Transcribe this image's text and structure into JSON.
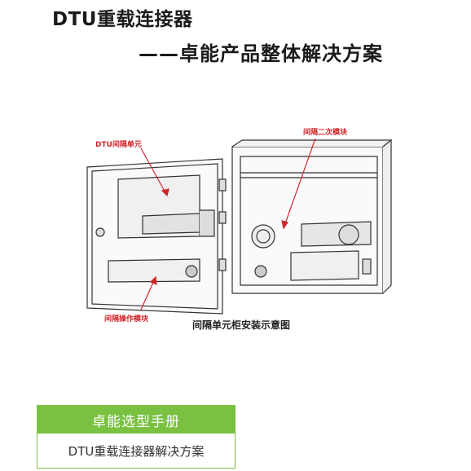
{
  "header": {
    "title_line1": "DTU重载连接器",
    "title_line2": "——卓能产品整体解决方案"
  },
  "figure": {
    "caption": "间隔单元柜安装示意图",
    "annotations": {
      "unit": "DTU间隔单元",
      "secondary": "间隔二次模块",
      "operation": "间隔操作模块"
    }
  },
  "footer": {
    "heading": "卓能选型手册",
    "subtitle": "DTU重载连接器解决方案"
  },
  "colors": {
    "accent_green": "#7ac142",
    "annotation_red": "#d0262b"
  }
}
